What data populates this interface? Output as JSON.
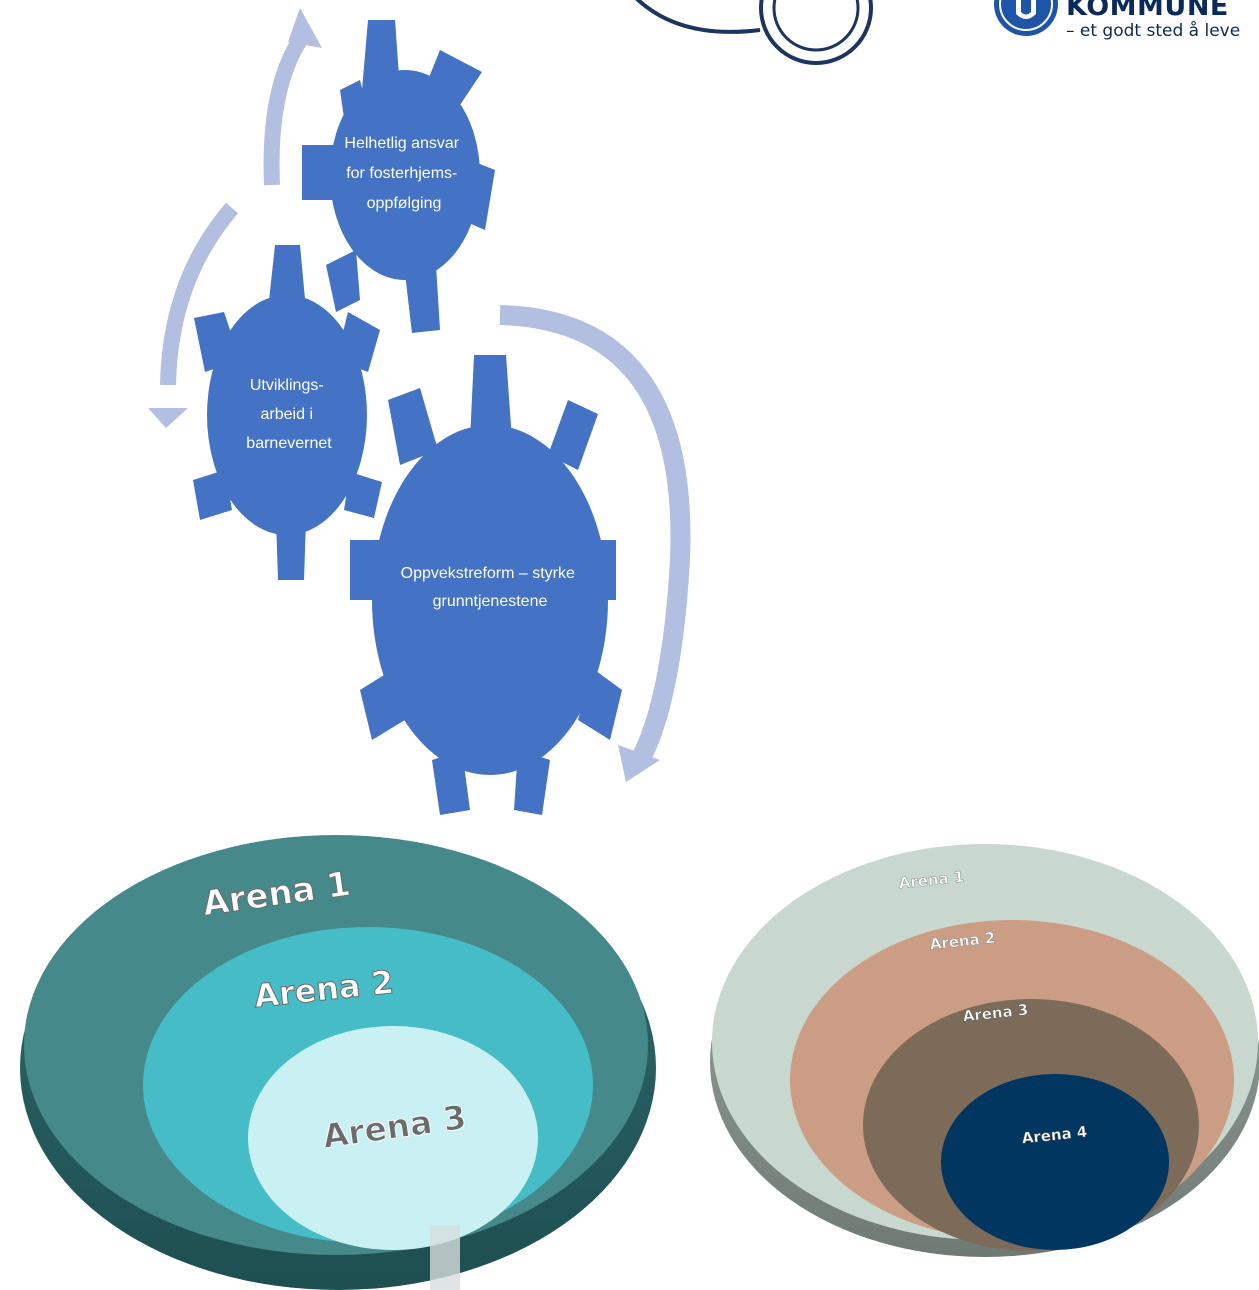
{
  "logo": {
    "name": "KOMMUNE",
    "tagline": "– et godt sted å leve"
  },
  "gears": [
    {
      "id": "helhetlig",
      "lines": [
        "Helhetlig ansvar",
        "for fosterhjems-",
        "oppfølging"
      ]
    },
    {
      "id": "utvikling",
      "lines": [
        "Utviklings-",
        "arbeid i",
        "barnevernet"
      ]
    },
    {
      "id": "oppvekst",
      "lines": [
        "Oppvekstreform – styrke",
        "grunntjenestene"
      ]
    }
  ],
  "arenas_left": [
    "Arena 1",
    "Arena 2",
    "Arena 3"
  ],
  "arenas_right": [
    "Arena 1",
    "Arena 2",
    "Arena 3",
    "Arena 4"
  ],
  "colors": {
    "gear": "#4472c4",
    "arrow": "#b2bfe0",
    "left_outer": "#45898b",
    "left_mid": "#46bcc6",
    "left_inner": "#c9f1f3",
    "right_outer": "#c9d8cf",
    "right_ring2": "#cc9d85",
    "right_ring3": "#7d6b5a",
    "right_inner": "#00365f",
    "logo": "#0b2a5b"
  }
}
